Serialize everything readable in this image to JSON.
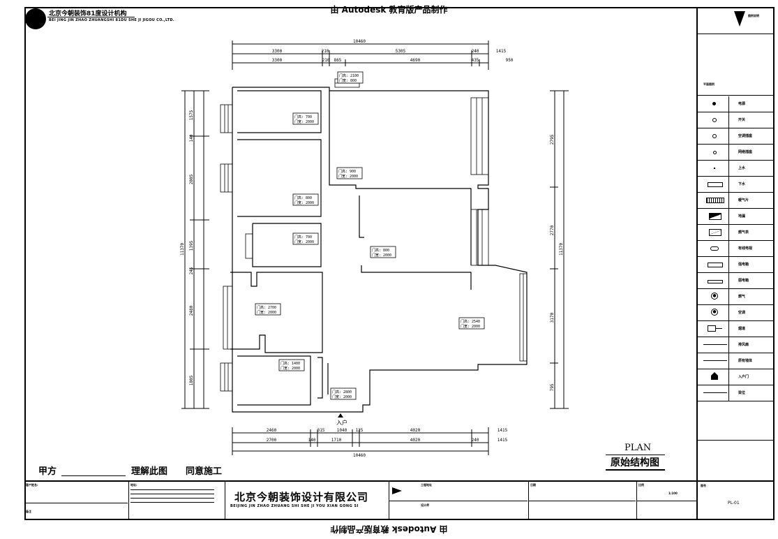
{
  "header": {
    "watermark": "由 Autodesk 教育版产品制作",
    "logo_name": "北京今朝装饰81度设计机构",
    "logo_en": "BEI JING JIN ZHAO ZHUANGSHI 81DU SHE JI JIGOU CO.,LTD."
  },
  "plan": {
    "title_en": "PLAN",
    "title_cn": "原始结构图",
    "entrance": "入户",
    "total_width": "10460",
    "total_height": "11370",
    "top_dims_outer": [
      "3300",
      "210",
      "5305",
      "240",
      "1415"
    ],
    "top_dims_inner": [
      "3300",
      "210",
      "865",
      "4690",
      "435",
      "950"
    ],
    "bottom_dims_inner": [
      "2460",
      "315",
      "1040",
      "125",
      "4020",
      "1415"
    ],
    "bottom_dims_outer": [
      "2700",
      "140",
      "1710",
      "4020",
      "240",
      "1415"
    ],
    "bottom_total": "10460",
    "left_dims": [
      "1575",
      "140",
      "2805",
      "1395",
      "245",
      "2480",
      "1805"
    ],
    "right_dims": [
      "2795",
      "2770",
      "3170",
      "795"
    ],
    "heights": [
      {
        "label": "门高: 2100",
        "sub": "门宽: 800"
      },
      {
        "label": "门高: 700",
        "sub": "门宽: 2000"
      },
      {
        "label": "门高: 900",
        "sub": "门宽: 2000"
      },
      {
        "label": "门高: 800",
        "sub": "门宽: 2000"
      },
      {
        "label": "门高: 700",
        "sub": "门宽: 2000"
      },
      {
        "label": "门高: 800",
        "sub": "门宽: 2000"
      },
      {
        "label": "门高: 2700",
        "sub": "门宽: 2000"
      },
      {
        "label": "门高: 2540",
        "sub": "门宽: 2000"
      },
      {
        "label": "门高: 1400",
        "sub": "门宽: 2000"
      },
      {
        "label": "门高: 2800",
        "sub": "门宽: 2000"
      }
    ]
  },
  "signoff": {
    "party": "甲方",
    "understand": "理解此图",
    "agree": "同意施工"
  },
  "titleblock": {
    "client_label": "客户姓名:",
    "address_label": "地址:",
    "note_label": "备注",
    "company": "北京今朝装饰设计有限公司",
    "company_en": "BEIJING JIN ZHAO ZHUANG SHI SHE JI YOU XIAN GONG SI",
    "project_label": "工程地址",
    "designer_label": "设计师",
    "scale_label": "比例",
    "scale_value": "1:100",
    "drawing_no_label": "图号",
    "drawing_no": "PL-01",
    "date_label": "日期"
  },
  "legend": {
    "title": "图例说明",
    "header": "平面图例",
    "items": [
      "电源",
      "开关",
      "空调插座",
      "网络插座",
      "上水",
      "下水",
      "暖气片",
      "地漏",
      "燃气表",
      "有线电视",
      "强电箱",
      "弱电箱",
      "燃气",
      "空调",
      "烟道",
      "排风扇",
      "原有墙体",
      "入户门",
      "梁位"
    ]
  }
}
